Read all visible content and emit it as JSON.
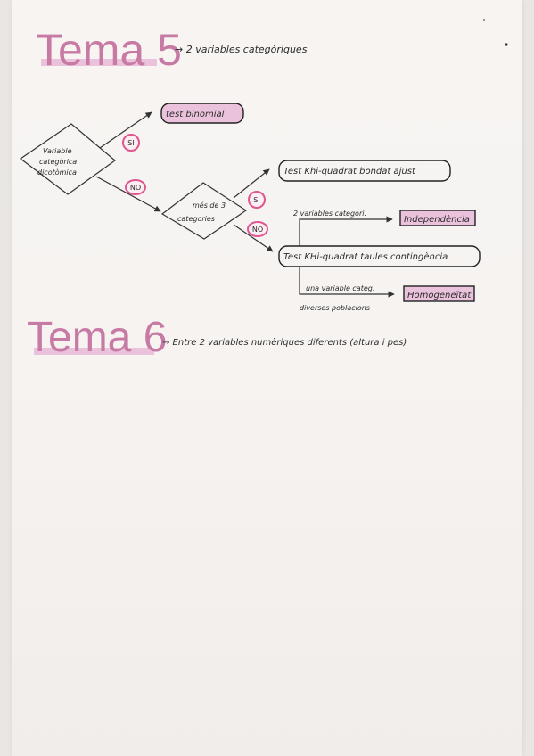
{
  "tema5": {
    "title": "Tema 5",
    "subtitle": "→ 2 variables categòriques"
  },
  "diagram": {
    "root": [
      "Variable",
      "categòrica",
      "dicotòmica"
    ],
    "yes1": "SI",
    "no1": "NO",
    "test_binomial": "test binomial",
    "q2": [
      "més de 3",
      "categories"
    ],
    "yes2": "SI",
    "no2": "NO",
    "test_bondat": "Test Khi-quadrat bondat ajust",
    "test_taules": "Test KHi-quadrat taules contingència",
    "branch_a": "2 variables categori.",
    "independencia": "Independència",
    "branch_b_1": "una variable categ.",
    "branch_b_2": "diverses poblacions",
    "homogeneitat": "Homogeneïtat"
  },
  "tema6": {
    "title": "Tema 6",
    "subtitle": "→ Entre 2 variables numèriques diferents (altura i pes)"
  },
  "colors": {
    "title_pink": "#c77aa3",
    "highlight": "#e7b8d8",
    "circle": "#e0568e"
  }
}
